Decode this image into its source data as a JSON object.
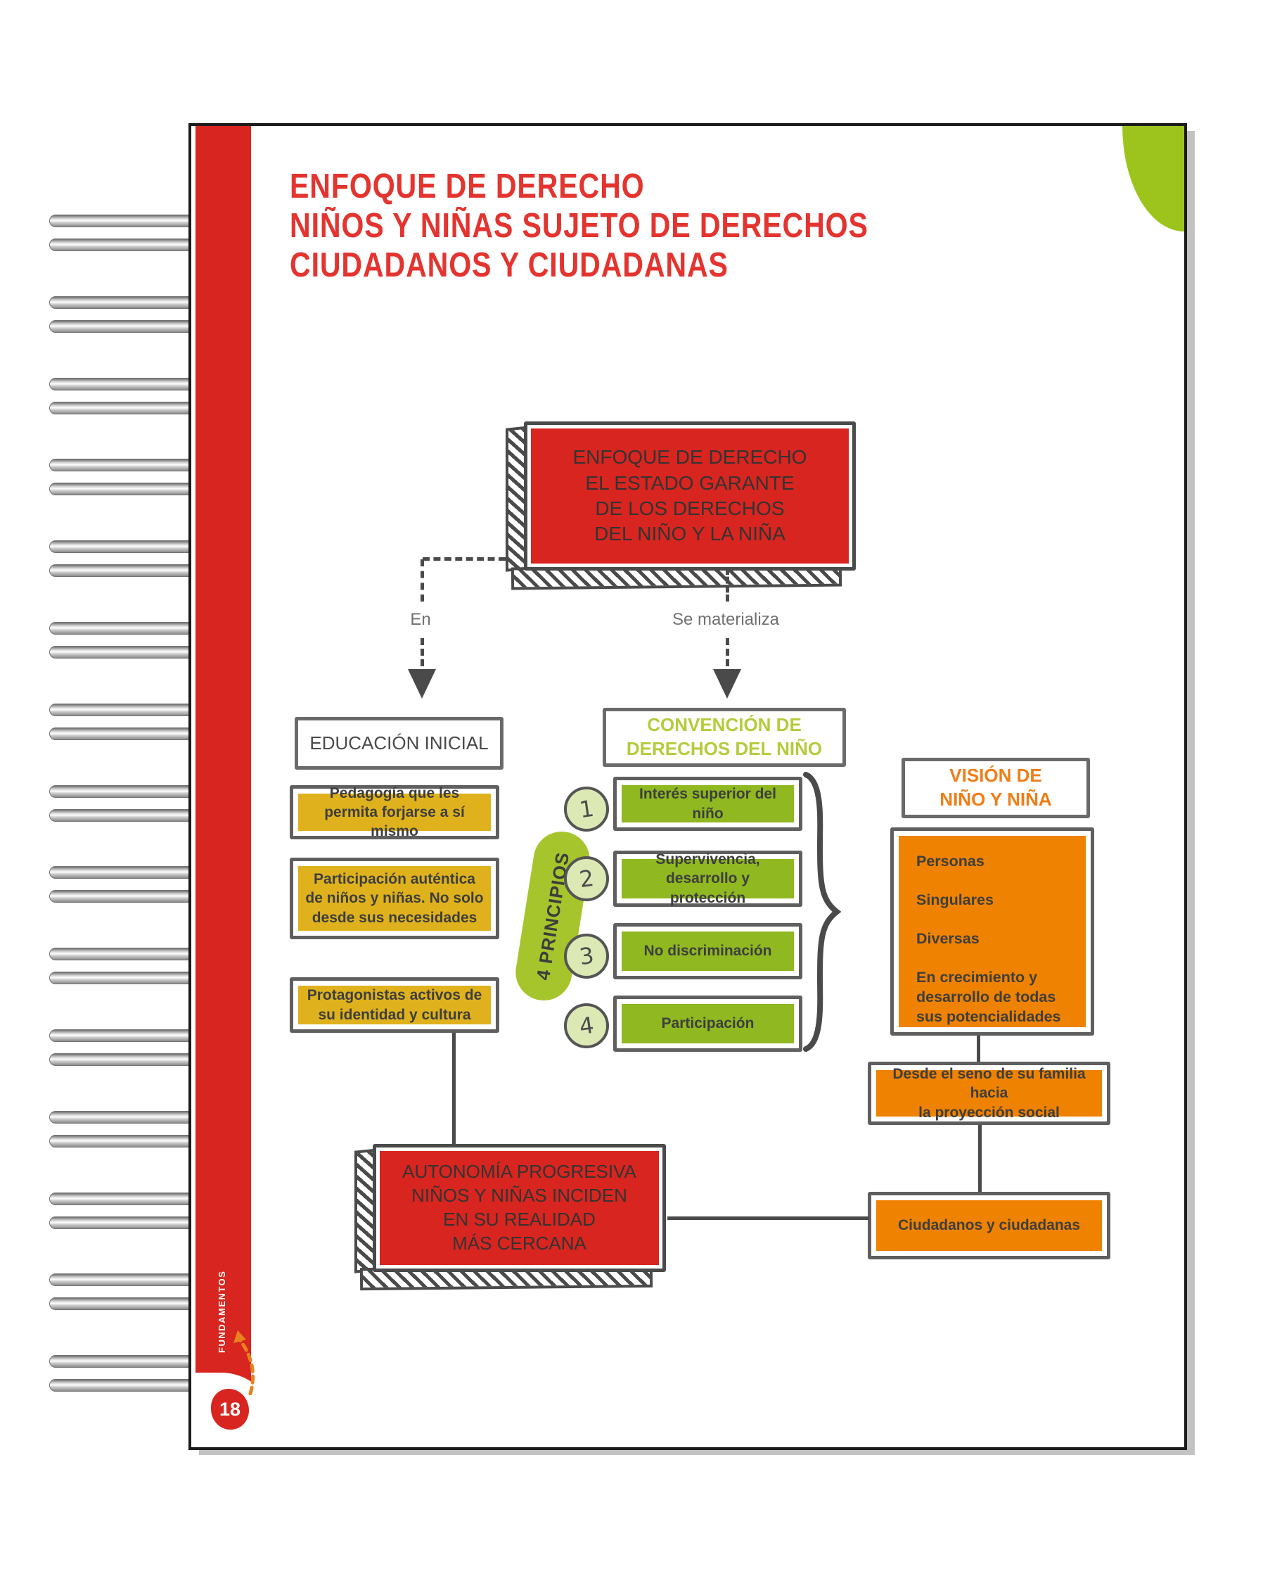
{
  "page": {
    "title_lines": [
      "ENFOQUE DE DERECHO",
      "NIÑOS Y NIÑAS SUJETO DE DERECHOS",
      "CIUDADANOS Y CIUDADANAS"
    ],
    "sidebar_label": "FUNDAMENTOS",
    "page_number": "18"
  },
  "flowchart": {
    "root": {
      "lines": [
        "ENFOQUE DE DERECHO",
        "EL ESTADO GARANTE",
        "DE LOS DERECHOS",
        "DEL NIÑO Y LA NIÑA"
      ]
    },
    "edges": {
      "left": "En",
      "right": "Se materializa"
    },
    "educacion": {
      "title": "EDUCACIÓN INICIAL",
      "items": [
        "Pedagogía que les permita forjarse a sí mismo",
        "Participación auténtica de niños y niñas. No solo desde sus necesidades",
        "Protagonistas activos de su identidad y cultura"
      ]
    },
    "convencion": {
      "title_lines": [
        "CONVENCIÓN DE",
        "DERECHOS DEL NIÑO"
      ],
      "principles_label": "4 PRINCIPIOS",
      "principles": [
        {
          "num": "1",
          "label": "Interés superior del niño"
        },
        {
          "num": "2",
          "label": "Supervivencia, desarrollo y protección"
        },
        {
          "num": "3",
          "label": "No discriminación"
        },
        {
          "num": "4",
          "label": "Participación"
        }
      ]
    },
    "vision": {
      "title_lines": [
        "VISIÓN DE",
        "NIÑO Y NIÑA"
      ],
      "items": [
        "Personas",
        "Singulares",
        "Diversas",
        "En crecimiento y desarrollo de todas sus potencialidades"
      ],
      "familia_lines": [
        "Desde el seno de su familia hacia",
        "la proyección social"
      ],
      "ciudadanos": "Ciudadanos y ciudadanas"
    },
    "autonomia": {
      "lines": [
        "AUTONOMÍA PROGRESIVA",
        "NIÑOS Y NIÑAS INCIDEN",
        "EN SU REALIDAD",
        "MÁS CERCANA"
      ]
    }
  },
  "colors": {
    "red": "#d8251f",
    "title_red": "#e4342f",
    "yellow": "#dfb21d",
    "green": "#8fb821",
    "light_green": "#dde9b4",
    "blob_green": "#a6c52d",
    "corner_green": "#9dc41d",
    "orange": "#ef8200",
    "vision_text": "#f07d17",
    "convencion_text": "#b5cb3b",
    "ink": "#4a4a4a"
  }
}
